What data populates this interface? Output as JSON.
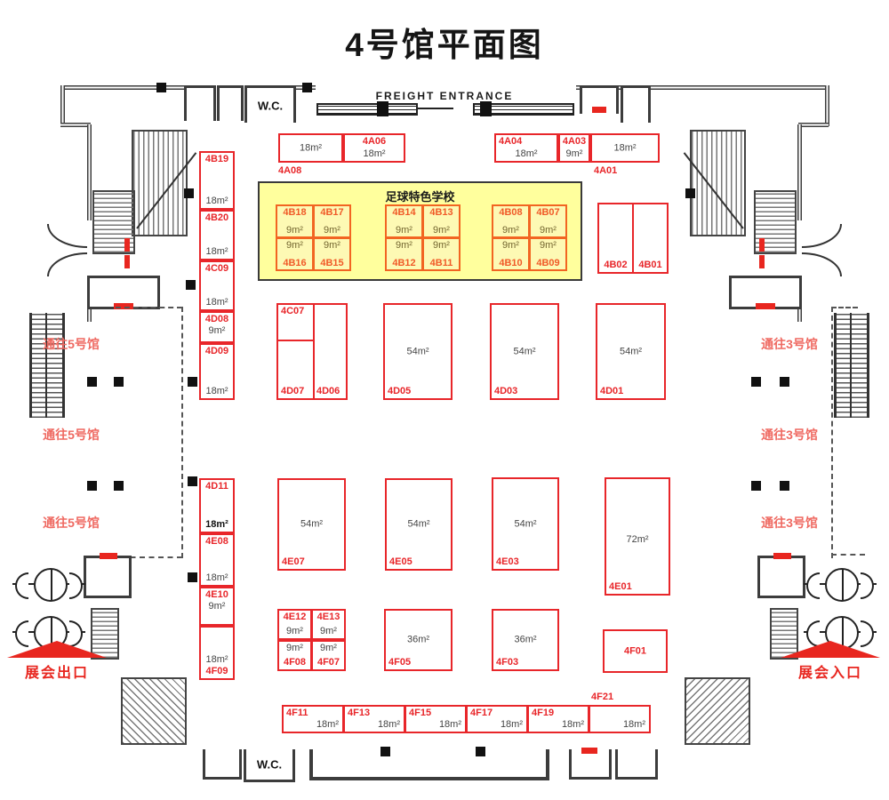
{
  "title": "4号馆平面图",
  "top": {
    "freight": "FREIGHT ENTRANCE",
    "wc": "W.C."
  },
  "bottom": {
    "wc": "W.C."
  },
  "corridor": {
    "hall5": "通往5号馆",
    "hall3": "通往3号馆",
    "exit": "展会出口",
    "entrance": "展会入口"
  },
  "special": {
    "title": "足球特色学校"
  },
  "colors": {
    "booth_border": "#e8262a",
    "special_bg": "#ffff9d",
    "special_cell_border": "#f26522",
    "wall": "#3c3c3c",
    "accent_red": "#e8261f"
  },
  "booths": {
    "a08": {
      "id": "4A08",
      "size": "18m²"
    },
    "a06": {
      "id": "4A06",
      "size": "18m²"
    },
    "a04": {
      "id": "4A04",
      "size": "18m²"
    },
    "a03": {
      "id": "4A03",
      "size": "9m²"
    },
    "a01": {
      "id": "4A01",
      "size": "18m²"
    },
    "b19": {
      "id": "4B19",
      "size": "18m²"
    },
    "b20": {
      "id": "4B20",
      "size": "18m²"
    },
    "c09": {
      "id": "4C09",
      "size": "18m²"
    },
    "d08": {
      "id": "4D08",
      "size": "9m²"
    },
    "d09": {
      "id": "4D09",
      "size": "18m²"
    },
    "d11": {
      "id": "4D11",
      "size": "18m²"
    },
    "e08": {
      "id": "4E08",
      "size": "18m²"
    },
    "e10": {
      "id": "4E10",
      "size": "9m²"
    },
    "f09": {
      "id": "4F09",
      "size": "18m²"
    },
    "b18": {
      "id": "4B18",
      "size": "9m²"
    },
    "b17": {
      "id": "4B17",
      "size": "9m²"
    },
    "b16": {
      "id": "4B16",
      "size": "9m²"
    },
    "b15": {
      "id": "4B15",
      "size": "9m²"
    },
    "b14": {
      "id": "4B14",
      "size": "9m²"
    },
    "b13": {
      "id": "4B13",
      "size": "9m²"
    },
    "b12": {
      "id": "4B12",
      "size": "9m²"
    },
    "b11": {
      "id": "4B11",
      "size": "9m²"
    },
    "b08": {
      "id": "4B08",
      "size": "9m²"
    },
    "b07": {
      "id": "4B07",
      "size": "9m²"
    },
    "b10": {
      "id": "4B10",
      "size": "9m²"
    },
    "b09": {
      "id": "4B09",
      "size": "9m²"
    },
    "b02": {
      "id": "4B02"
    },
    "b01": {
      "id": "4B01"
    },
    "c07": {
      "id": "4C07"
    },
    "d07": {
      "id": "4D07"
    },
    "d06": {
      "id": "4D06"
    },
    "d05": {
      "id": "4D05",
      "size": "54m²"
    },
    "d03": {
      "id": "4D03",
      "size": "54m²"
    },
    "d01": {
      "id": "4D01",
      "size": "54m²"
    },
    "e07": {
      "id": "4E07",
      "size": "54m²"
    },
    "e05": {
      "id": "4E05",
      "size": "54m²"
    },
    "e03": {
      "id": "4E03",
      "size": "54m²"
    },
    "e01": {
      "id": "4E01",
      "size": "72m²"
    },
    "e12": {
      "id": "4E12",
      "size": "9m²"
    },
    "e13": {
      "id": "4E13",
      "size": "9m²"
    },
    "f08": {
      "id": "4F08",
      "size": "9m²"
    },
    "f07": {
      "id": "4F07",
      "size": "9m²"
    },
    "f05": {
      "id": "4F05",
      "size": "36m²"
    },
    "f03": {
      "id": "4F03",
      "size": "36m²"
    },
    "f01": {
      "id": "4F01"
    },
    "f11": {
      "id": "4F11",
      "size": "18m²"
    },
    "f13": {
      "id": "4F13",
      "size": "18m²"
    },
    "f15": {
      "id": "4F15",
      "size": "18m²"
    },
    "f17": {
      "id": "4F17",
      "size": "18m²"
    },
    "f19": {
      "id": "4F19",
      "size": "18m²"
    },
    "f21": {
      "id": "4F21",
      "size": "18m²"
    }
  }
}
